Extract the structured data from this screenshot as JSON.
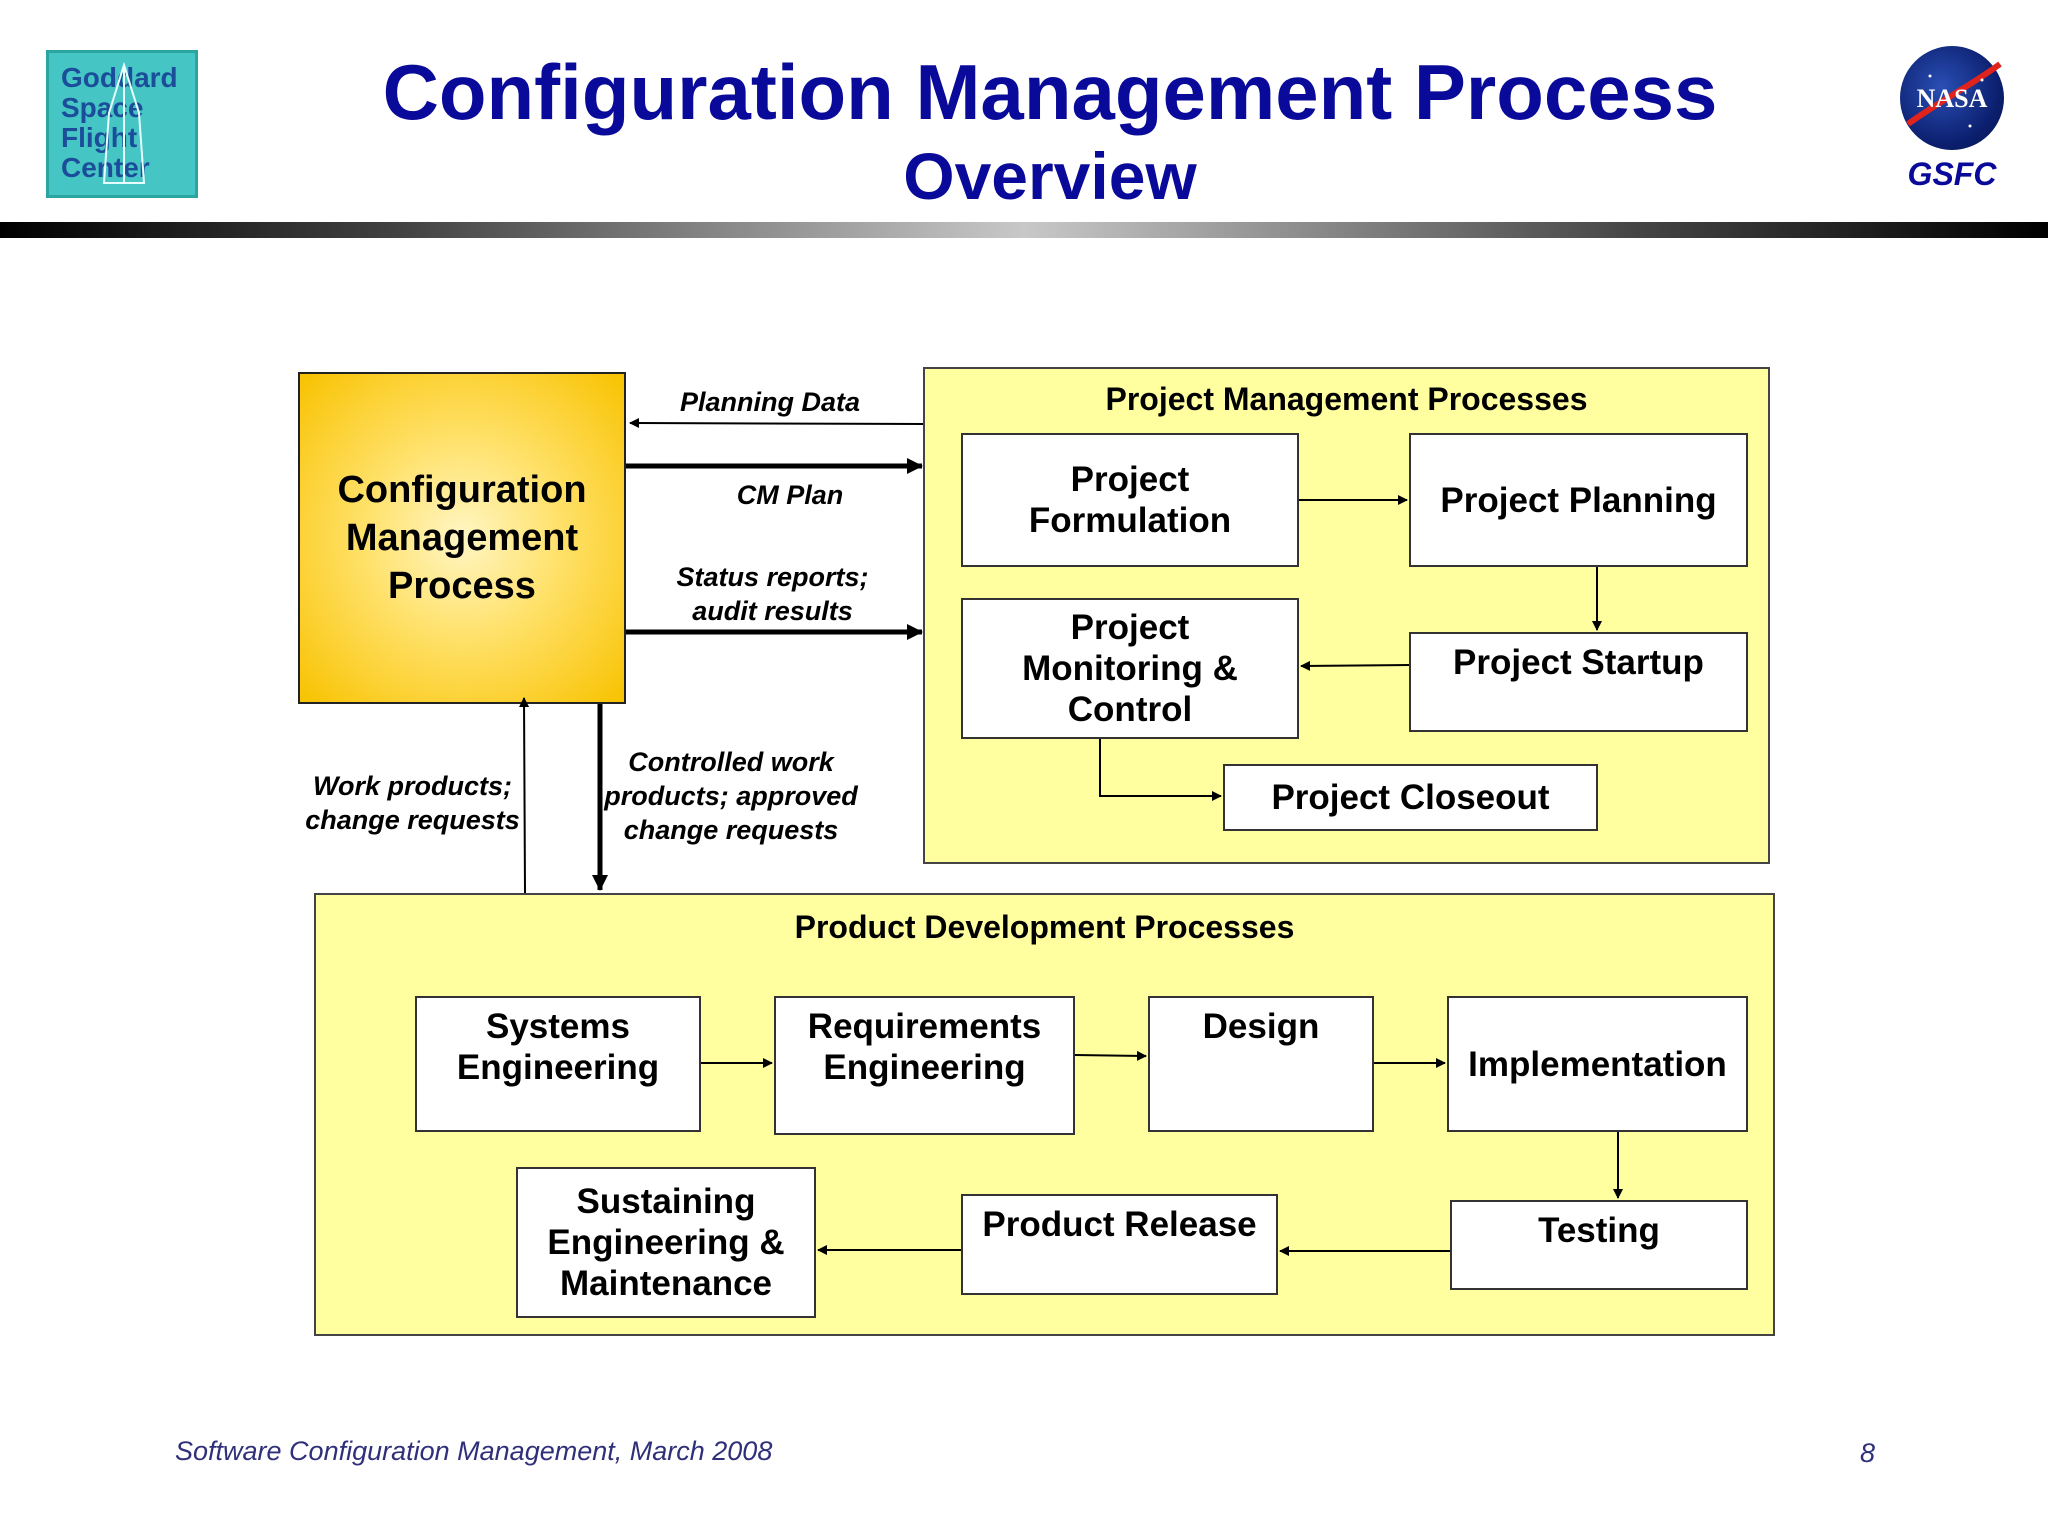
{
  "header": {
    "title": "Configuration Management Process",
    "subtitle": "Overview",
    "left_logo_text": "Goddard\nSpace\nFlight\nCenter",
    "right_logo_text": "NASA",
    "right_logo_caption": "GSFC"
  },
  "diagram": {
    "cm_process": "Configuration Management Process",
    "flows": {
      "planning_data": "Planning Data",
      "cm_plan": "CM Plan",
      "status_reports": "Status reports; audit results",
      "work_products": "Work products; change requests",
      "controlled_work": "Controlled work products; approved change requests"
    },
    "pm": {
      "title": "Project Management Processes",
      "formulation": "Project Formulation",
      "planning": "Project Planning",
      "monitoring": "Project Monitoring & Control",
      "startup": "Project Startup",
      "closeout": "Project Closeout"
    },
    "pd": {
      "title": "Product Development Processes",
      "systems": "Systems Engineering",
      "requirements": "Requirements Engineering",
      "design": "Design",
      "implementation": "Implementation",
      "sustaining": "Sustaining Engineering & Maintenance",
      "release": "Product Release",
      "testing": "Testing"
    }
  },
  "footer": {
    "left": "Software Configuration Management, March 2008",
    "page": "8"
  },
  "colors": {
    "title": "#0a0a9a",
    "area_fill": "#ffffa0",
    "cm_fill": "#ffd33a"
  }
}
